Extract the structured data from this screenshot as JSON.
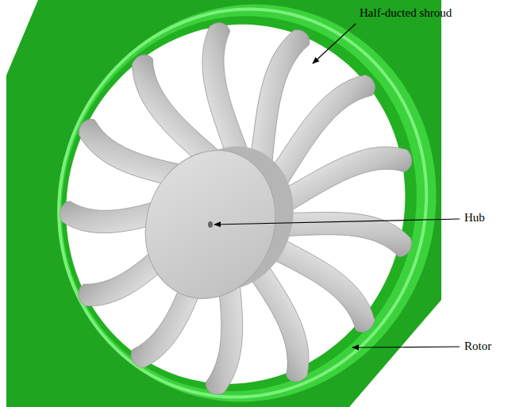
{
  "diagram": {
    "labels": [
      "Half-ducted shroud",
      "Hub",
      "Rotor"
    ]
  }
}
